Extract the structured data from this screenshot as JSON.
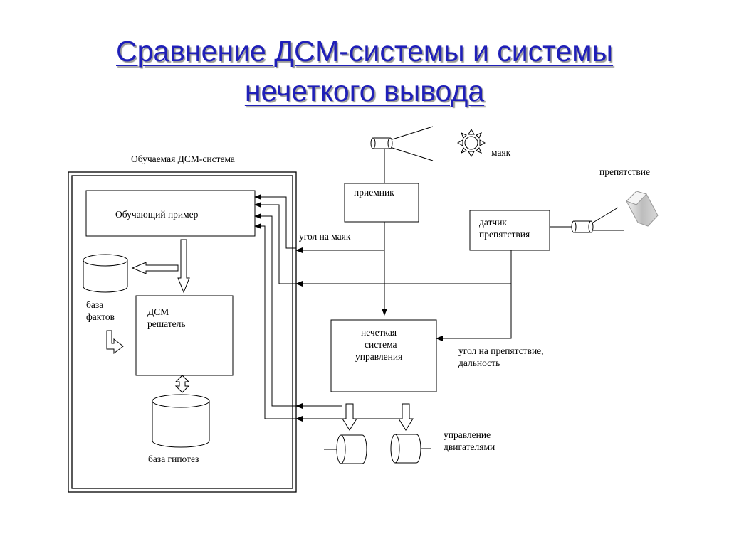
{
  "title": {
    "line1": "Сравнение ДСМ-системы и системы",
    "line2": "нечеткого вывода"
  },
  "labels": {
    "dsm_system": "Обучаемая ДСМ-система",
    "training_example": "Обучающий пример",
    "facts_db_1": "база",
    "facts_db_2": "фактов",
    "solver_1": "ДСМ",
    "solver_2": "решатель",
    "hypotheses_db": "база гипотез",
    "receiver": "приемник",
    "beacon": "маяк",
    "obstacle": "препятствие",
    "obstacle_sensor_1": "датчик",
    "obstacle_sensor_2": "препятствия",
    "beacon_angle": "угол на маяк",
    "fuzzy_1": "нечеткая",
    "fuzzy_2": "система",
    "fuzzy_3": "управления",
    "obstacle_angle_1": "угол на препятствие,",
    "obstacle_angle_2": "дальность",
    "motor_control_1": "управление",
    "motor_control_2": "двигателями"
  },
  "icons": [
    "sun-icon",
    "obstacle-prism-icon",
    "cylinder-icon",
    "hollow-arrow-icon",
    "sensor-cone-icon"
  ]
}
